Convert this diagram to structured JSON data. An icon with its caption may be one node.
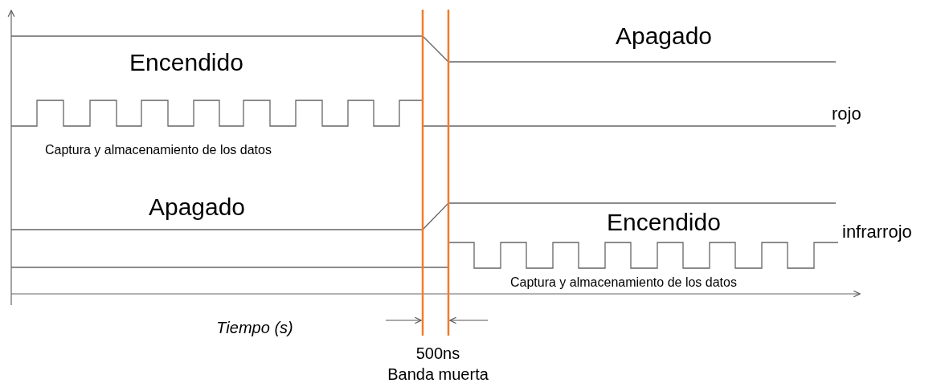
{
  "diagram": {
    "labels": [
      "Apagado",
      "Encendido",
      "rojo",
      "Captura y almacenamiento de los datos",
      "Apagado",
      "Encendido",
      "infrarrojo",
      "Captura y almacenamiento de los datos",
      "Tiempo (s)",
      "500ns",
      "Banda muerta"
    ]
  }
}
